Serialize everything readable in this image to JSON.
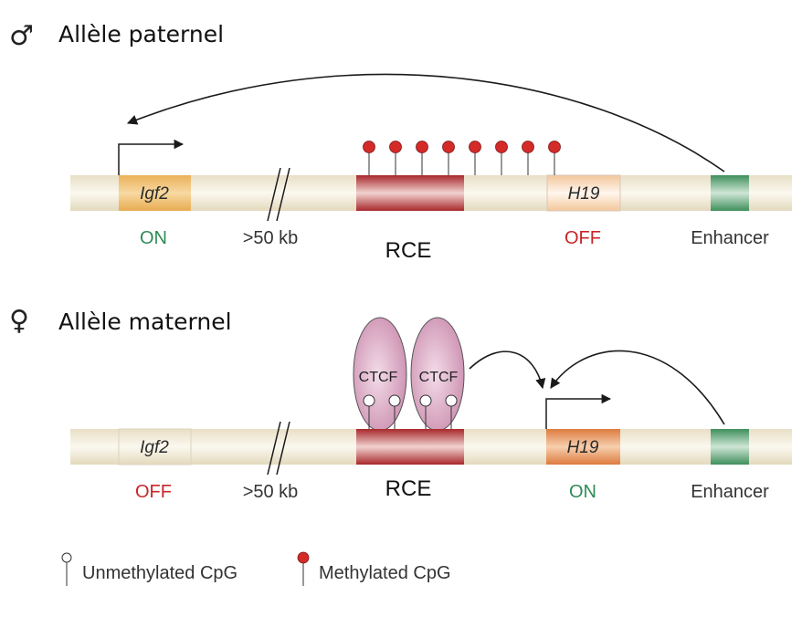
{
  "paternal": {
    "symbol": "♂",
    "title": "Allèle paternel",
    "igf2": {
      "label": "Igf2",
      "state": "ON"
    },
    "gap": ">50 kb",
    "rce": "RCE",
    "h19": {
      "label": "H19",
      "state": "OFF"
    },
    "enhancer": "Enhancer",
    "methylated_cpg_count": 8
  },
  "maternal": {
    "symbol": "♀",
    "title": "Allèle maternel",
    "igf2": {
      "label": "Igf2",
      "state": "OFF"
    },
    "gap": ">50 kb",
    "rce": "RCE",
    "ctcf": [
      "CTCF",
      "CTCF"
    ],
    "h19": {
      "label": "H19",
      "state": "ON"
    },
    "enhancer": "Enhancer",
    "unmethylated_cpg_count": 4
  },
  "legend": {
    "unmethylated": "Unmethylated CpG",
    "methylated": "Methylated CpG"
  },
  "colors": {
    "on": "#2e8b57",
    "off": "#c8262a",
    "methyl": "#d42a28",
    "ctcf": "#d9a2bf"
  }
}
